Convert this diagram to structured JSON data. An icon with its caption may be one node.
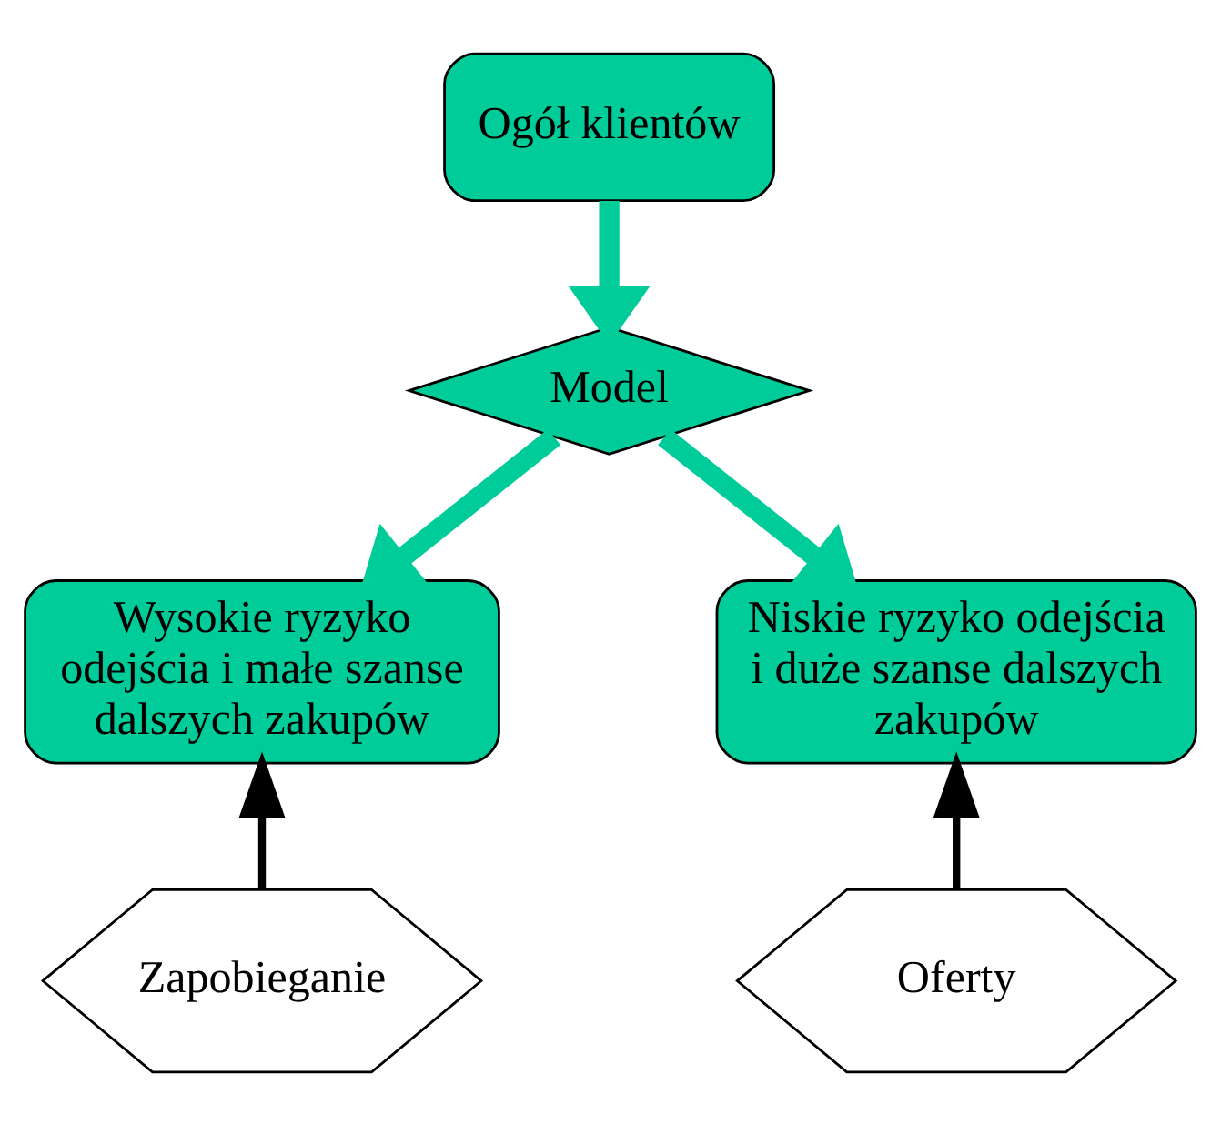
{
  "diagram": {
    "nodes": [
      {
        "text": [
          "Ogół klientów"
        ]
      },
      {
        "text": [
          "Model"
        ]
      },
      {
        "text": [
          "Wysokie ryzyko odejścia i małe szanse dalszych zakupów"
        ]
      },
      {
        "text": [
          "Niskie ryzyko odejścia i duże szanse dalszych zakupów"
        ]
      },
      {
        "text": [
          "Zapobieganie"
        ]
      },
      {
        "text": [
          "Oferty"
        ]
      }
    ],
    "edges": [
      {
        "from": 0,
        "to": 1,
        "arrow": "to"
      },
      {
        "from": 1,
        "to": 2,
        "arrow": "to"
      },
      {
        "from": 1,
        "to": 3,
        "arrow": "to"
      },
      {
        "from": 4,
        "to": 2,
        "arrow": "to",
        "color": "#000000"
      },
      {
        "from": 5,
        "to": 3,
        "arrow": "to",
        "color": "#000000"
      }
    ]
  }
}
